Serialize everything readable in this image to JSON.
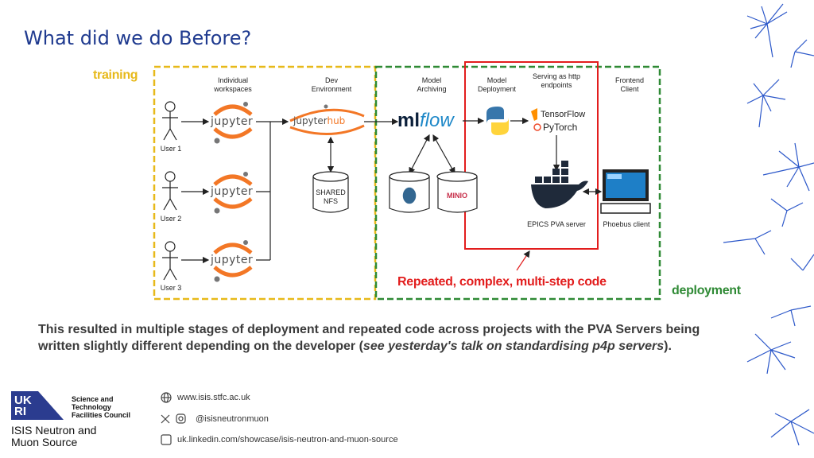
{
  "slide": {
    "title": "What did we do Before?",
    "training_label": "training",
    "deployment_label": "deployment",
    "repeated_label": "Repeated, complex, multi-step code",
    "summary_part1": "This resulted in multiple stages of deployment and repeated code across projects with the PVA Servers being written slightly different depending on the developer (",
    "summary_italic": "see yesterday's talk on standardising p4p servers",
    "summary_part2": ")."
  },
  "columns": {
    "individual_workspaces": "Individual workspaces",
    "dev_environment": "Dev Environment",
    "model_archiving": "Model Archiving",
    "model_deployment": "Model Deployment",
    "serving_http": "Serving as http endpoints",
    "frontend_client": "Frontend Client"
  },
  "nodes": {
    "user1": "User 1",
    "user2": "User 2",
    "user3": "User 3",
    "jupyter": "jupyter",
    "jupyterhub_a": "jupyter",
    "jupyterhub_b": "hub",
    "shared_nfs": "SHARED NFS",
    "mlflow_a": "ml",
    "mlflow_b": "flow",
    "minio": "MINIO",
    "tensorflow": "TensorFlow",
    "pytorch": "PyTorch",
    "epics": "EPICS PVA server",
    "phoebus": "Phoebus client"
  },
  "footer": {
    "website": "www.isis.stfc.ac.uk",
    "social": "@isisneutronmuon",
    "linkedin": "uk.linkedin.com/showcase/isis-neutron-and-muon-source",
    "logo_letters": "UK RI",
    "council_line1": "Science and",
    "council_line2": "Technology",
    "council_line3": "Facilities Council",
    "isis_line1": "ISIS Neutron and",
    "isis_line2": "Muon Source"
  },
  "colors": {
    "title": "#1f3a8f",
    "training": "#e7b91a",
    "deployment": "#2f8a35",
    "highlight": "#e21d1d"
  }
}
